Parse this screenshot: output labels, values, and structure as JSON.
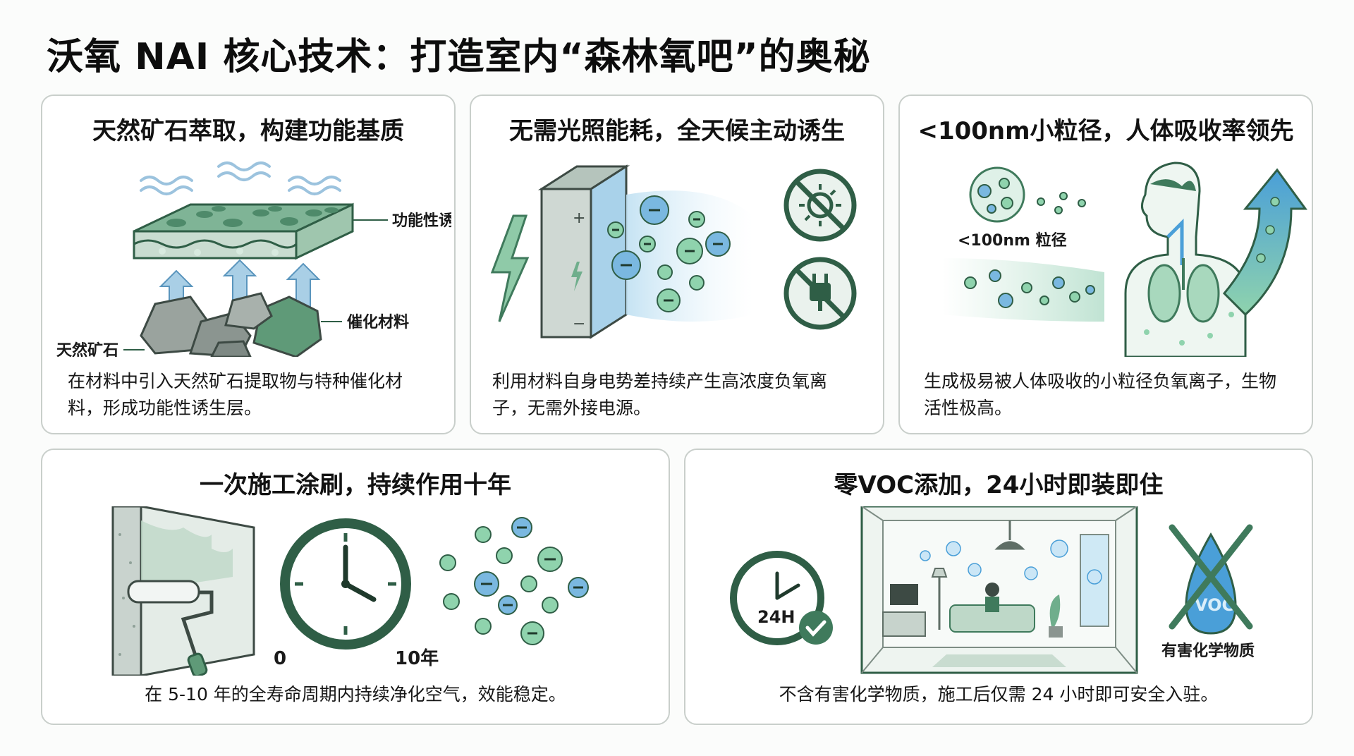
{
  "title": "沃氧 NAI 核心技术：打造室内“森林氧吧”的奥秘",
  "cards": [
    {
      "title": "天然矿石萃取，构建功能基质",
      "desc": "在材料中引入天然矿石提取物与特种催化材料，形成功能性诱生层。",
      "labels": {
        "layer": "功能性诱生层",
        "catalyst": "催化材料",
        "ore": "天然矿石"
      }
    },
    {
      "title": "无需光照能耗，全天候主动诱生",
      "desc": "利用材料自身电势差持续产生高浓度负氧离子，无需外接电源。"
    },
    {
      "title": "<100nm小粒径，人体吸收率领先",
      "desc": "生成极易被人体吸收的小粒径负氧离子，生物活性极高。",
      "labels": {
        "particle": "<100nm 粒径"
      }
    },
    {
      "title": "一次施工涂刷，持续作用十年",
      "desc": "在 5-10 年的全寿命周期内持续净化空气，效能稳定。",
      "labels": {
        "start": "0",
        "end": "10年"
      }
    },
    {
      "title": "零VOC添加，24小时即装即住",
      "desc": "不含有害化学物质，施工后仅需 24 小时即可安全入驻。",
      "labels": {
        "hours": "24H",
        "voc": "VOC",
        "harmful": "有害化学物质"
      }
    }
  ],
  "colors": {
    "green_dark": "#3f7a5c",
    "green_mid": "#6fae8c",
    "green_light": "#bfe3cf",
    "blue": "#4a9fd8",
    "stone": "#8b9590"
  }
}
